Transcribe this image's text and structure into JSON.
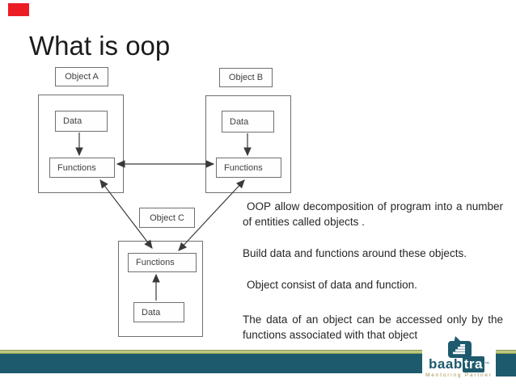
{
  "slide": {
    "title": "What is oop",
    "accent_color": "#ec1c24"
  },
  "diagram": {
    "object_a": {
      "title": "Object A",
      "data": "Data",
      "functions": "Functions"
    },
    "object_b": {
      "title": "Object B",
      "data": "Data",
      "functions": "Functions"
    },
    "object_c": {
      "title": "Object C",
      "data": "Data",
      "functions": "Functions"
    },
    "arrow_color": "#3a3a3a",
    "relations": [
      "data-a-to-functions-a",
      "data-b-to-functions-b",
      "data-c-to-functions-c",
      "functions-a-functions-b-bidirectional",
      "functions-a-functions-c-bidirectional",
      "functions-b-functions-c-bidirectional"
    ]
  },
  "body_text": {
    "p1": "OOP allow decomposition of program into a number of entities called objects .",
    "p2": "Build data and functions around these objects.",
    "p3": "Object consist of data and function.",
    "p4": "The data of an object can be accessed only by the functions associated with that object"
  },
  "footer": {
    "brand_prefix": "baab",
    "brand_suffix": "tra",
    "trademark": "™",
    "tagline": "Mentoring Partner",
    "teal": "#1e5a6e",
    "olive": "#bcc983",
    "logo_icon": "staircase-speech-bubble-icon"
  }
}
